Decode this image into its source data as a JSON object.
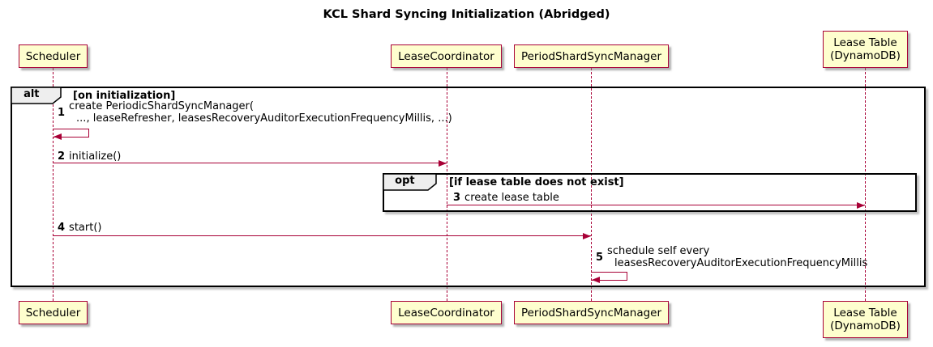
{
  "title": "KCL Shard Syncing Initialization (Abridged)",
  "participants": [
    {
      "label": "Scheduler"
    },
    {
      "label": "LeaseCoordinator"
    },
    {
      "label": "PeriodShardSyncManager"
    },
    {
      "label": "Lease Table",
      "sublabel": "(DynamoDB)"
    }
  ],
  "alt_frame": {
    "operator": "alt",
    "guard": "[on initialization]"
  },
  "opt_frame": {
    "operator": "opt",
    "guard": "[if lease table does not exist]"
  },
  "messages": [
    {
      "num": "1",
      "line1": "create PeriodicShardSyncManager(",
      "line2": "..., leaseRefresher, leasesRecoveryAuditorExecutionFrequencyMillis, ...)"
    },
    {
      "num": "2",
      "text": "initialize()"
    },
    {
      "num": "3",
      "text": "create lease table"
    },
    {
      "num": "4",
      "text": "start()"
    },
    {
      "num": "5",
      "line1": "schedule self every",
      "line2": "leasesRecoveryAuditorExecutionFrequencyMillis"
    }
  ],
  "colors": {
    "participant_fill": "#FEFECE",
    "participant_border": "#A80036",
    "arrow": "#A80036",
    "lifeline": "#A80036",
    "frame_border": "#000000",
    "tab_fill": "#EEEEEE",
    "background": "#FFFFFF"
  }
}
